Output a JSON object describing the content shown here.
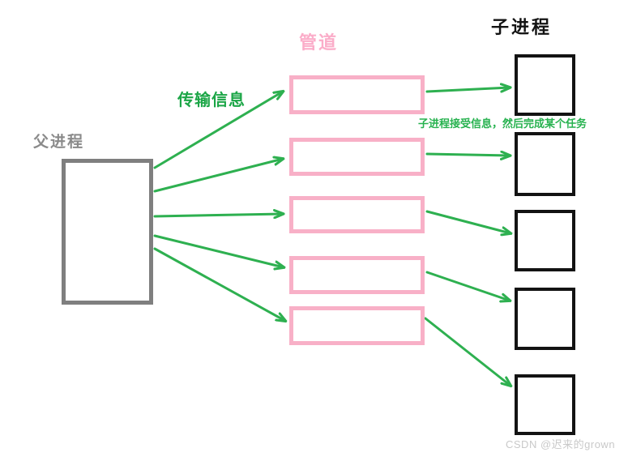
{
  "diagram": {
    "title_context": "parent process to child processes via pipes",
    "labels": {
      "parent": "父进程",
      "pipe": "管道",
      "child": "子进程",
      "transfer": "传输信息",
      "annotation": "子进程接受信息，然后完成某个任务"
    },
    "watermark": "CSDN @迟来的grown",
    "counts": {
      "pipes": 5,
      "children": 5,
      "arrows_parent_to_pipe": 5,
      "arrows_pipe_to_child": 5
    },
    "colors": {
      "arrow_green": "#2eb050",
      "green_text": "#1ca647",
      "pink_border": "#f8b0c7",
      "pink_label": "#fbadc9",
      "gray_border": "#7f7f7f",
      "gray_label": "#8a8a8a",
      "black_border": "#131313",
      "watermark_gray": "#c9c9c9"
    },
    "icons": {
      "arrow": "green-open-arrowhead"
    }
  }
}
